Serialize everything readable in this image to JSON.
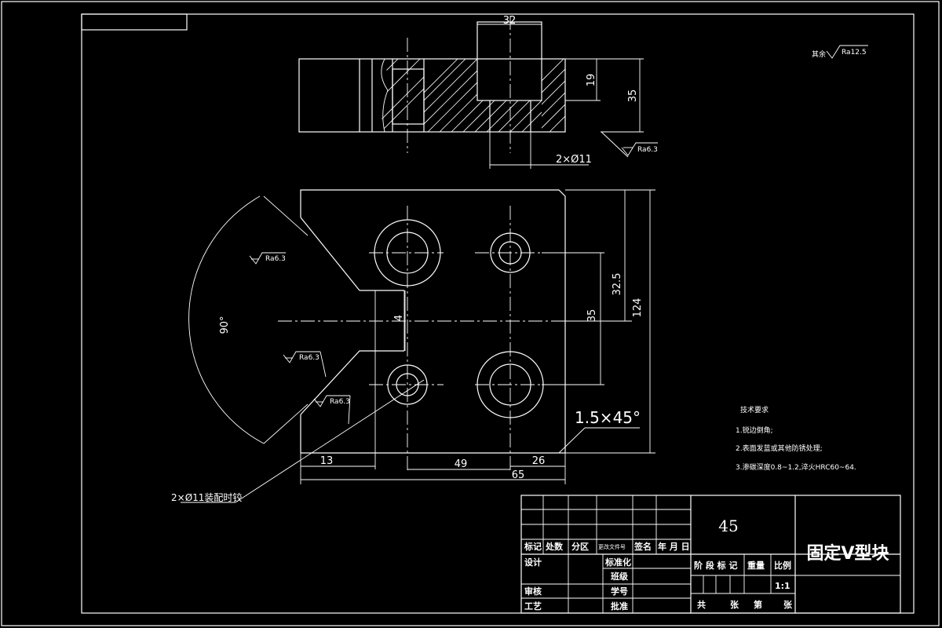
{
  "drawing": {
    "title": "固定V型块",
    "material": "45",
    "scale": "1:1",
    "general_roughness_label": "其余",
    "general_roughness_value": "Ra12.5"
  },
  "dimensions": {
    "top_width": "32",
    "depth_19": "19",
    "height_35_top": "35",
    "holes_2x11": "2×Ø11",
    "angle_90": "90°",
    "depth_4": "4",
    "h_32_5": "32.5",
    "h_35": "35",
    "h_124": "124",
    "w_13": "13",
    "w_49": "49",
    "w_26": "26",
    "w_65": "65",
    "chamfer": "1.5×45°",
    "pin_note": "2×Ø11装配时铰"
  },
  "roughness": {
    "r1": "Ra6.3",
    "r2": "Ra6.3",
    "r3": "Ra6.3",
    "r4": "Ra6.3"
  },
  "tech_req": {
    "heading": "技术要求",
    "line1": "1.锐边倒角;",
    "line2": "2.表面发蓝或其他防锈处理;",
    "line3": "3.渗碳深度0.8~1.2,淬火HRC60~64."
  },
  "title_block": {
    "biaoji": "标记",
    "chushu": "处数",
    "fenqu": "分区",
    "gengai": "更改文件号",
    "qianming": "签名",
    "nianyueri": "年 月 日",
    "sheji": "设计",
    "biaozhunhua": "标准化",
    "banji": "班级",
    "shenhe": "审核",
    "xuehao": "学号",
    "gongyi": "工艺",
    "pizhun": "批准",
    "jieduan": "阶 段 标 记",
    "zhongliang": "重量",
    "bili": "比例",
    "gong": "共",
    "zhang1": "张",
    "di": "第",
    "zhang2": "张"
  }
}
